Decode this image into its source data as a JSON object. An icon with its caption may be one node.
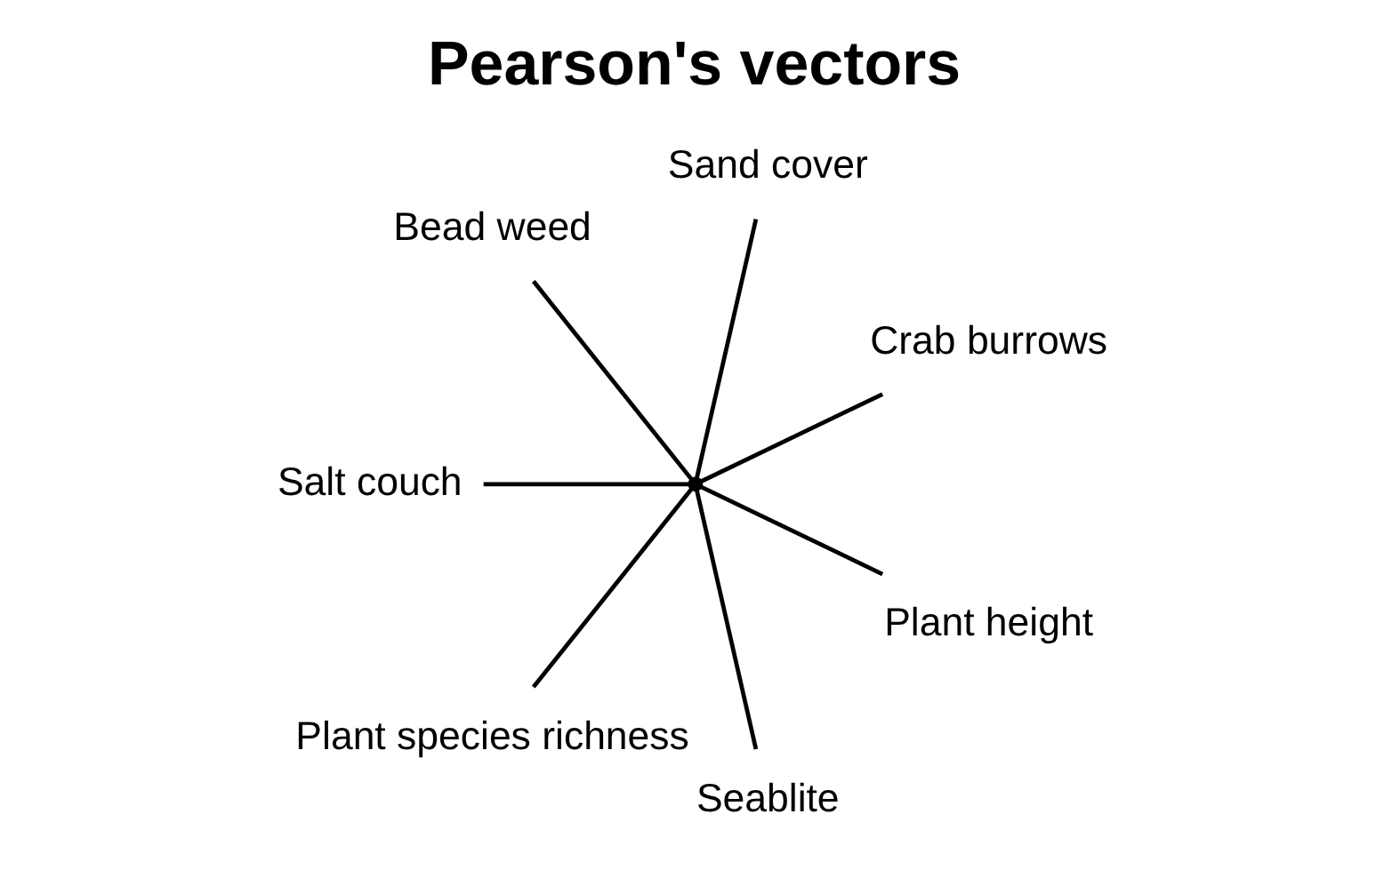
{
  "diagram": {
    "title": "Pearson's vectors",
    "nodes": [
      {
        "text": [
          "Crab burrows"
        ]
      },
      {
        "text": [
          "Sand cover"
        ]
      },
      {
        "text": [
          "Bead weed"
        ]
      },
      {
        "text": [
          "Salt couch"
        ]
      },
      {
        "text": [
          "Plant species richness"
        ]
      },
      {
        "text": [
          "Seablite"
        ]
      },
      {
        "text": [
          "Plant height"
        ]
      },
      {
        "text": [],
        "shape": "point"
      }
    ],
    "edges": [
      {
        "from": 7,
        "to": 0,
        "arrow": "none"
      },
      {
        "from": 7,
        "to": 1,
        "arrow": "none"
      },
      {
        "from": 7,
        "to": 2,
        "arrow": "none"
      },
      {
        "from": 7,
        "to": 3,
        "arrow": "none"
      },
      {
        "from": 7,
        "to": 4,
        "arrow": "none"
      },
      {
        "from": 7,
        "to": 5,
        "arrow": "none"
      },
      {
        "from": 7,
        "to": 6,
        "arrow": "none"
      }
    ]
  }
}
